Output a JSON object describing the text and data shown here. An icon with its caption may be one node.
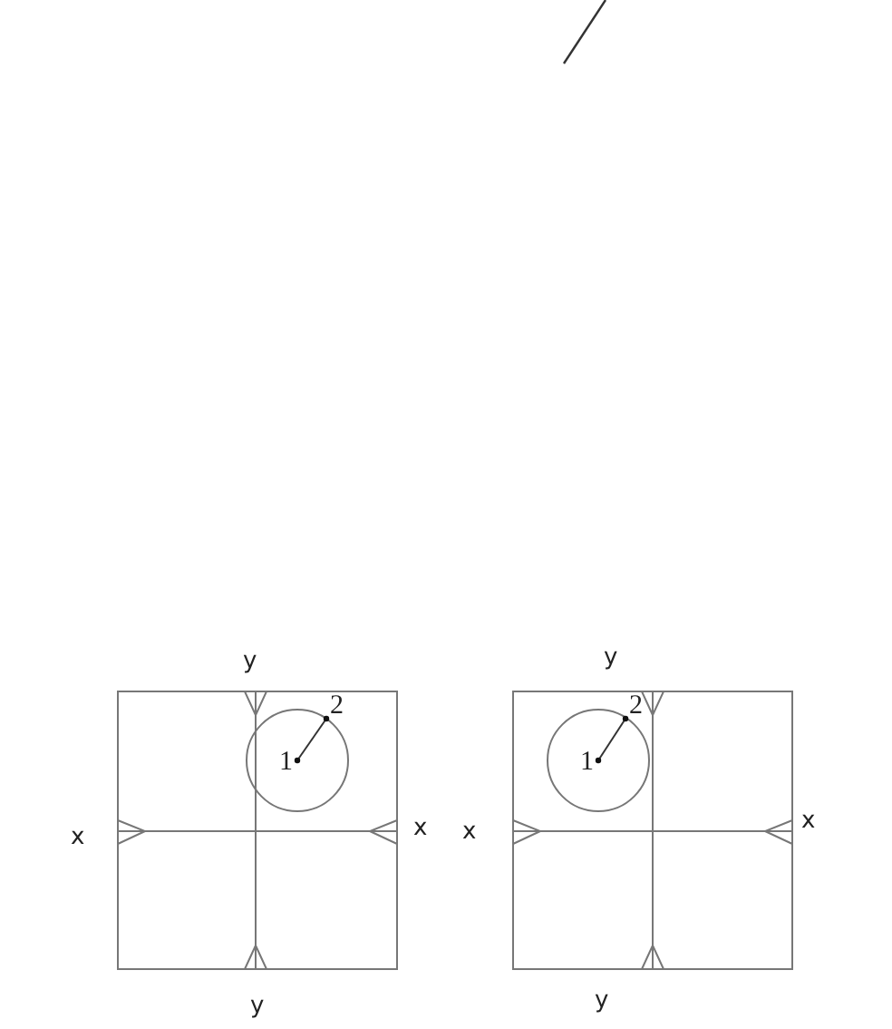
{
  "diagram": {
    "labels": [
      "y",
      "y",
      "2",
      "2",
      "1",
      "1",
      "x",
      "x",
      "x",
      "x",
      "y",
      "y"
    ]
  }
}
